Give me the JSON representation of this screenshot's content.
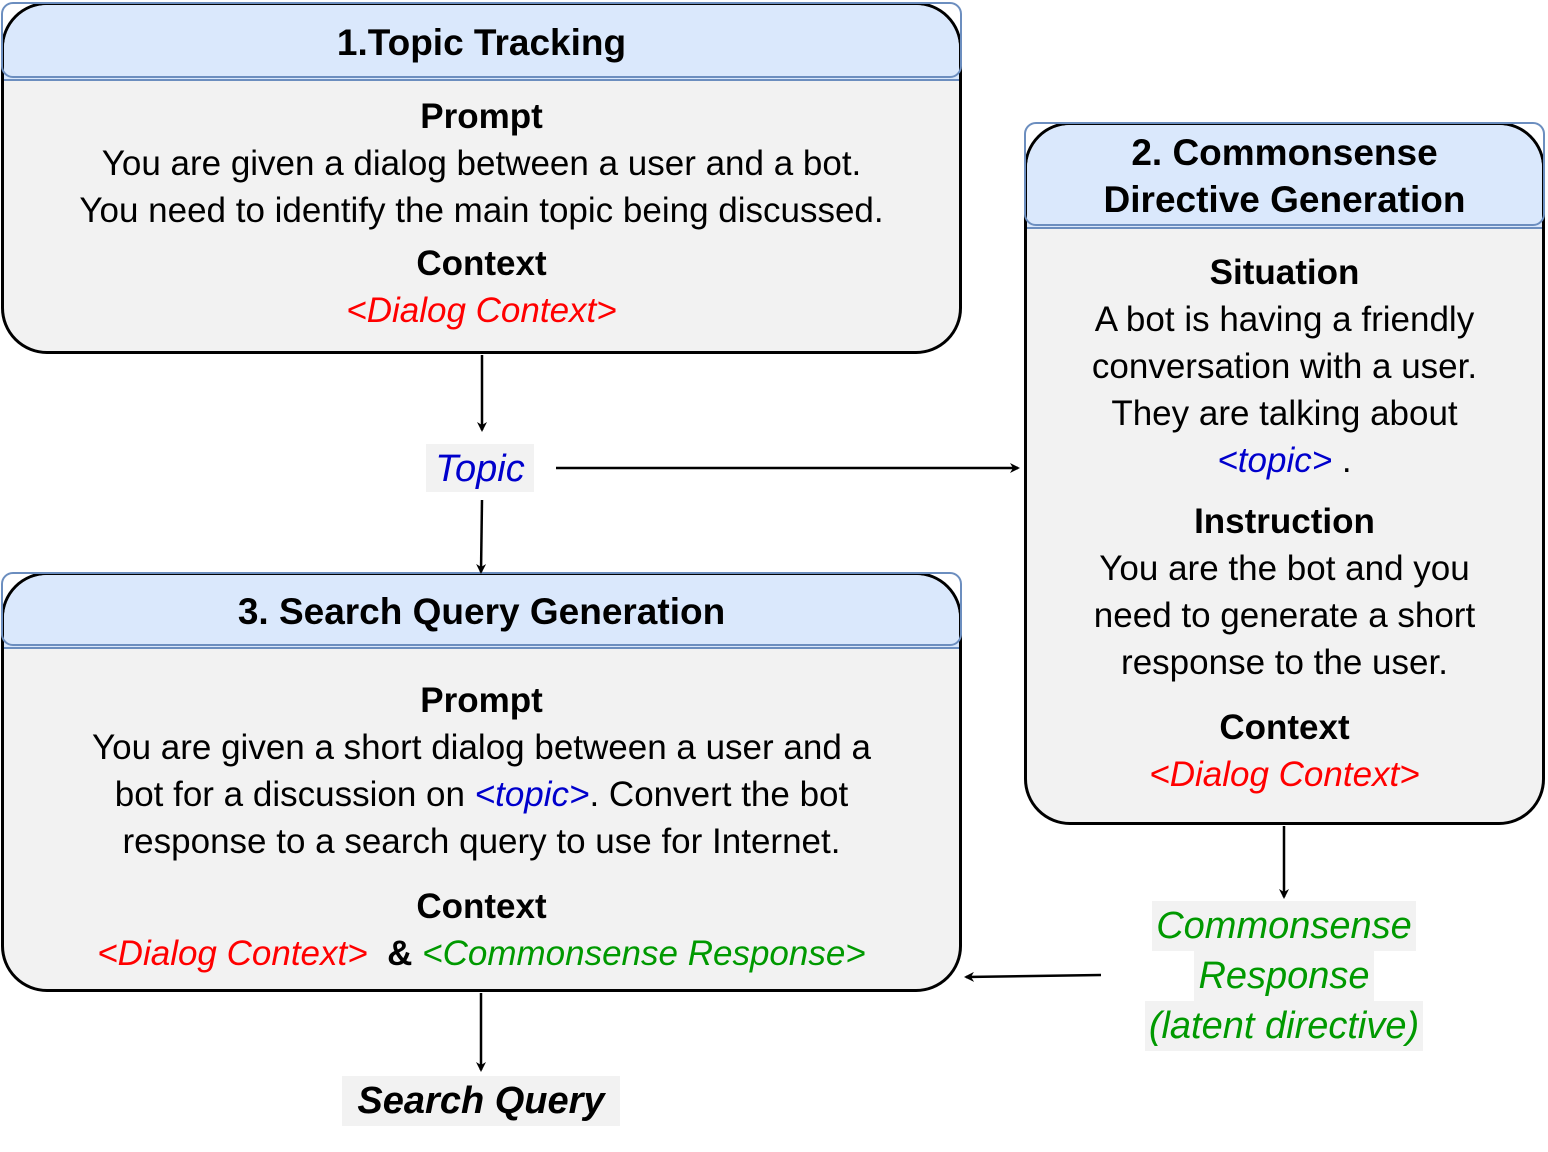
{
  "box1": {
    "title": "1.Topic Tracking",
    "prompt_heading": "Prompt",
    "prompt_line1": "You are given a dialog between a user and a bot.",
    "prompt_line2": "You need to identify the main topic being discussed.",
    "context_heading": "Context",
    "context_value": "<Dialog Context>"
  },
  "box2": {
    "title_line1": "2. Commonsense",
    "title_line2": "Directive Generation",
    "situation_heading": "Situation",
    "situation_line1": "A bot is having a friendly",
    "situation_line2": "conversation with a user.",
    "situation_line3": "They are talking about",
    "situation_topic": "<topic>",
    "situation_end": " .",
    "instruction_heading": "Instruction",
    "instruction_line1": "You are the bot and you",
    "instruction_line2": "need to generate a short",
    "instruction_line3": "response to the user.",
    "context_heading": "Context",
    "context_value": "<Dialog Context>"
  },
  "box3": {
    "title": "3. Search Query Generation",
    "prompt_heading": "Prompt",
    "prompt_line1": "You are given a short dialog between a user and a",
    "prompt_line2_start": "bot for a discussion on ",
    "prompt_topic": "<topic>",
    "prompt_line2_end": ". Convert the bot",
    "prompt_line3": "response to a search query to use for Internet.",
    "context_heading": "Context",
    "context_dialog": "<Dialog Context>",
    "context_amp": "&",
    "context_commonsense": "<Commonsense Response>"
  },
  "labels": {
    "topic": "Topic",
    "commonsense_line1": "Commonsense",
    "commonsense_line2": "Response",
    "commonsense_line3": "(latent directive)",
    "search_query": "Search Query"
  },
  "colors": {
    "header_fill": "#dae8fc",
    "header_stroke": "#6c8ebf",
    "box_fill": "#f2f2f2",
    "dialog_context": "#ff0000",
    "topic": "#0000cc",
    "commonsense": "#009900"
  }
}
